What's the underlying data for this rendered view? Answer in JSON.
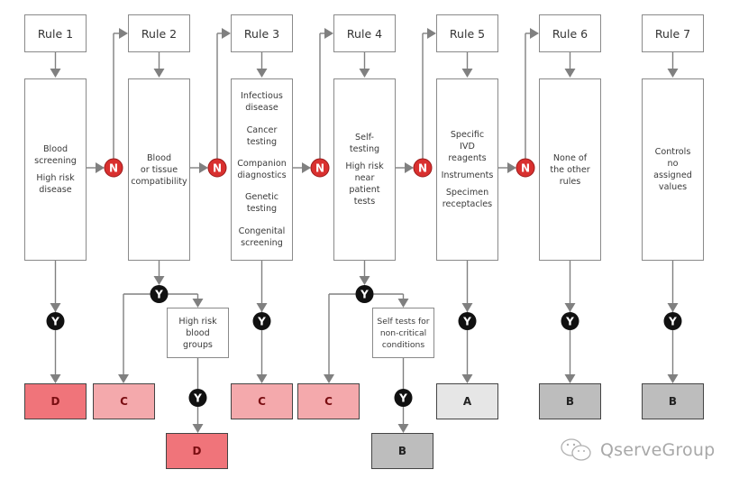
{
  "diagram": {
    "title": "IVD classification rules flowchart",
    "connector_labels": {
      "no": "N",
      "yes": "Y"
    },
    "colors": {
      "line": "#808080",
      "no_circle": "#d9302f",
      "yes_circle": "#111111",
      "class_D": "#f0747a",
      "class_C": "#f4a9ac",
      "class_A": "#e6e6e6",
      "class_B": "#bdbdbd",
      "red_text": "#7a0e12",
      "dark_text": "#222222"
    },
    "rules": [
      {
        "title": "Rule 1",
        "paragraphs": [
          "Blood\nscreening",
          "High risk\ndisease"
        ],
        "result": "D"
      },
      {
        "title": "Rule 2",
        "paragraphs": [
          "Blood\nor tissue\ncompatibility"
        ],
        "result": "C",
        "sub": {
          "text": "High risk\nblood\ngroups",
          "result": "D"
        }
      },
      {
        "title": "Rule 3",
        "paragraphs": [
          "Infectious\ndisease",
          "Cancer\ntesting",
          "Companion\ndiagnostics",
          "Genetic\ntesting",
          "Congenital\nscreening"
        ],
        "result": "C"
      },
      {
        "title": "Rule 4",
        "paragraphs": [
          "Self-\ntesting",
          "High risk\nnear\npatient\ntests"
        ],
        "result": "C",
        "sub": {
          "text": "Self tests for\nnon-critical\nconditions",
          "result": "B"
        }
      },
      {
        "title": "Rule 5",
        "paragraphs": [
          "Specific\nIVD\nreagents",
          "Instruments",
          "Specimen\nreceptacles"
        ],
        "result": "A"
      },
      {
        "title": "Rule 6",
        "paragraphs": [
          "None of\nthe other\nrules"
        ],
        "result": "B"
      },
      {
        "title": "Rule 7",
        "paragraphs": [
          "Controls\nno\nassigned\nvalues"
        ],
        "result": "B"
      }
    ]
  },
  "watermark": {
    "icon": "wechat-icon",
    "text": "QserveGroup"
  }
}
